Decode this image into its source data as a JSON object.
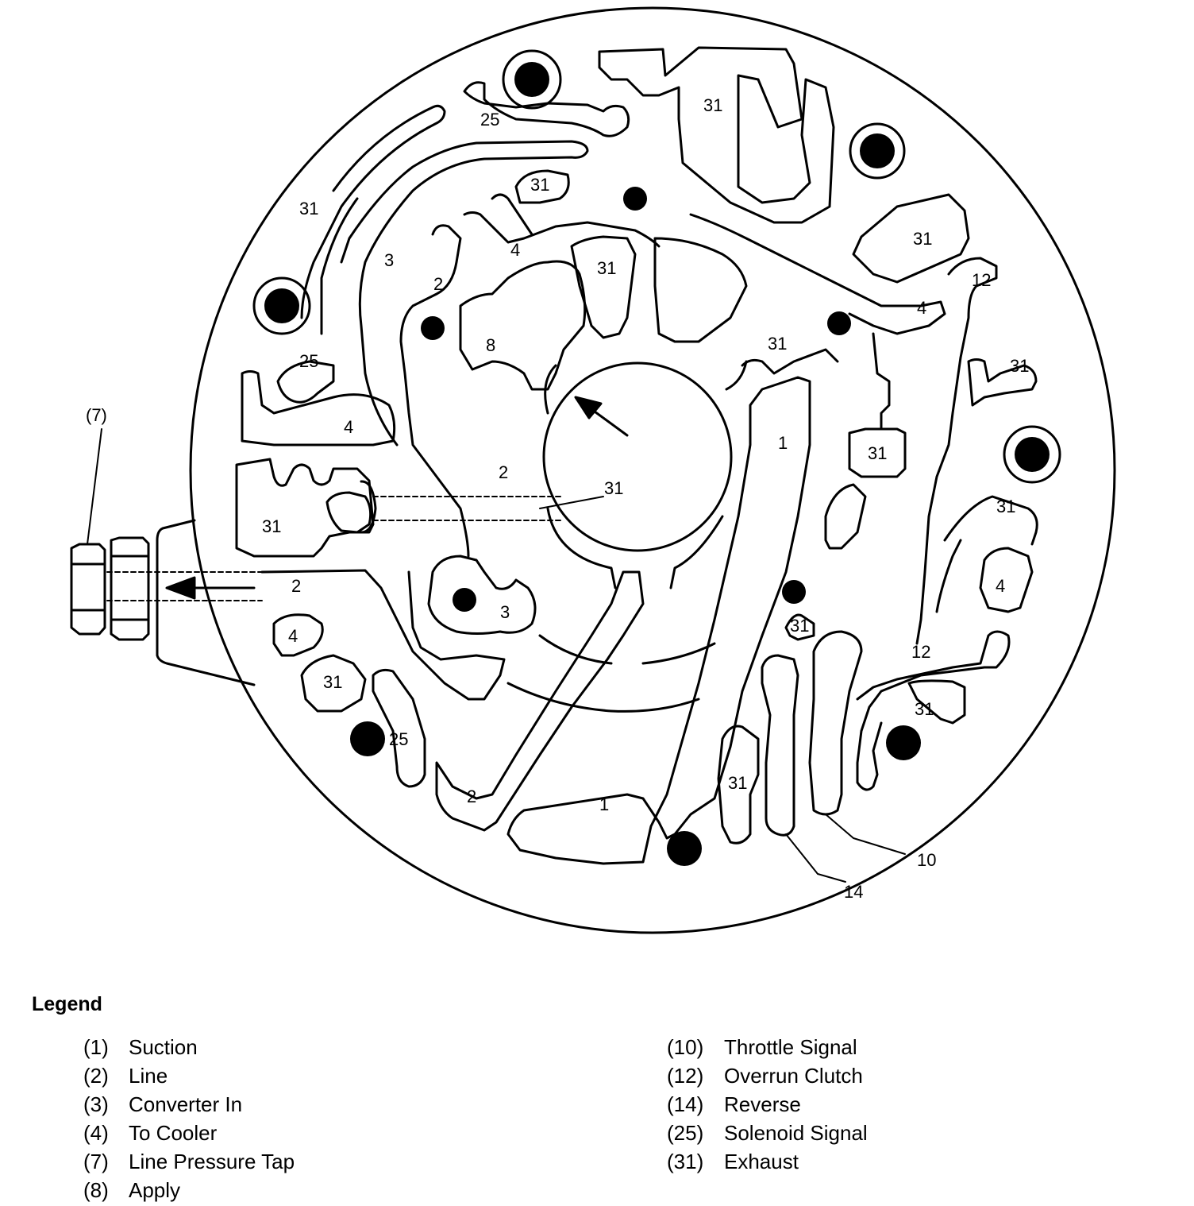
{
  "labels": {
    "l_25_top": "25",
    "l_31_top": "31",
    "l_31_upper_left": "31",
    "l_31_small_top": "31",
    "l_31_upper_right": "31",
    "l_3_upper": "3",
    "l_4_upper": "4",
    "l_2_upper": "2",
    "l_31_center_top": "31",
    "l_12_right": "12",
    "l_4_right": "4",
    "l_8_apply": "8",
    "l_31_center_right": "31",
    "l_25_left": "25",
    "l_31_right_small": "31",
    "l_4_left": "4",
    "l_1_center": "1",
    "l_31_right_mid": "31",
    "l_2_center": "2",
    "l_31_bore": "31",
    "l_7": "(7)",
    "l_31_left": "31",
    "l_31_lower_right": "31",
    "l_4_lower_right": "4",
    "l_2_tap": "2",
    "l_3_lower": "3",
    "l_31_lower_mid": "31",
    "l_4_lower_left": "4",
    "l_12_lower": "12",
    "l_31_lower_left": "31",
    "l_31_lower_far_right": "31",
    "l_25_lower": "25",
    "l_31_bottom": "31",
    "l_2_bottom": "2",
    "l_1_bottom": "1",
    "l_10": "10",
    "l_14": "14"
  },
  "legend": {
    "title": "Legend",
    "left": [
      {
        "num": "(1)",
        "text": "Suction"
      },
      {
        "num": "(2)",
        "text": "Line"
      },
      {
        "num": "(3)",
        "text": "Converter In"
      },
      {
        "num": "(4)",
        "text": "To Cooler"
      },
      {
        "num": "(7)",
        "text": "Line Pressure Tap"
      },
      {
        "num": "(8)",
        "text": "Apply"
      }
    ],
    "right": [
      {
        "num": "(10)",
        "text": "Throttle Signal"
      },
      {
        "num": "(12)",
        "text": "Overrun Clutch"
      },
      {
        "num": "(14)",
        "text": "Reverse"
      },
      {
        "num": "(25)",
        "text": "Solenoid Signal"
      },
      {
        "num": "(31)",
        "text": "Exhaust"
      }
    ]
  }
}
